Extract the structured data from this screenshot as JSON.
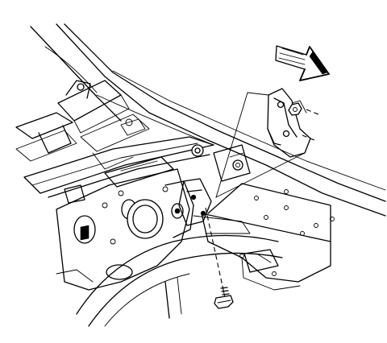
{
  "diagram": {
    "labels": [],
    "colors": {
      "line": "#000000",
      "background": "#ffffff"
    },
    "parts": {
      "arrow": "direction-arrow",
      "bracket": "mounting-bracket",
      "bolt": "bolt-fastener",
      "nut": "nut-fastener"
    }
  }
}
